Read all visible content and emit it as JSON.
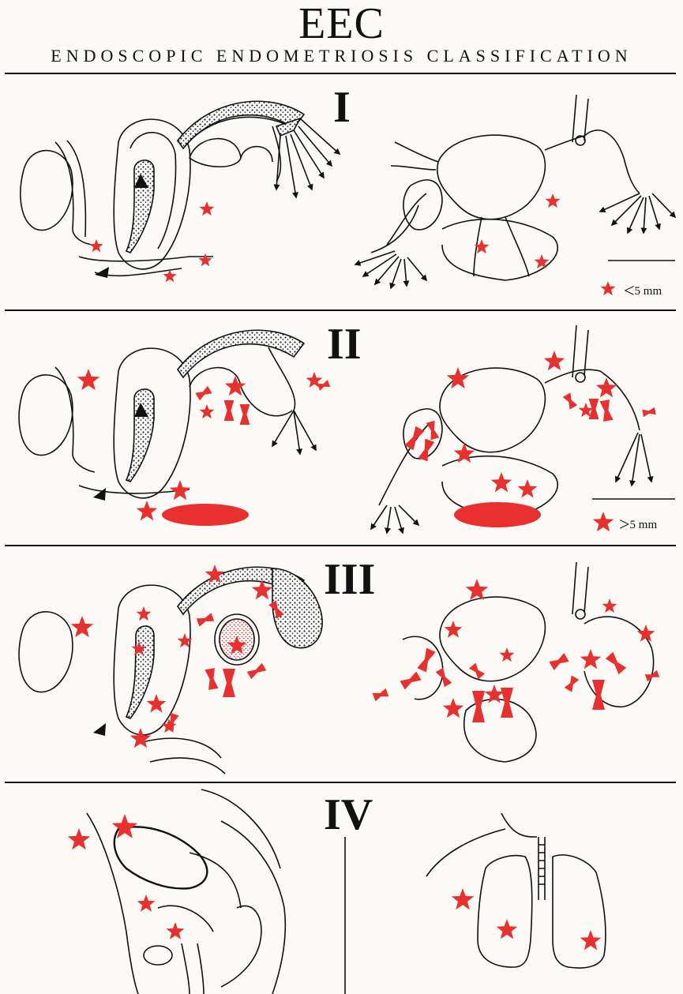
{
  "title": "EEC",
  "subtitle": "ENDOSCOPIC ENDOMETRIOSIS CLASSIFICATION",
  "stages": [
    {
      "label": "I"
    },
    {
      "label": "II"
    },
    {
      "label": "III"
    },
    {
      "label": "IV"
    }
  ],
  "legend": {
    "small": {
      "symbol": "<",
      "text": "5 mm"
    },
    "large": {
      "symbol": ">",
      "text": "5 mm"
    }
  },
  "colors": {
    "lesion": "#e8312f",
    "ink": "#111111",
    "paper": "#fbfaf6"
  }
}
